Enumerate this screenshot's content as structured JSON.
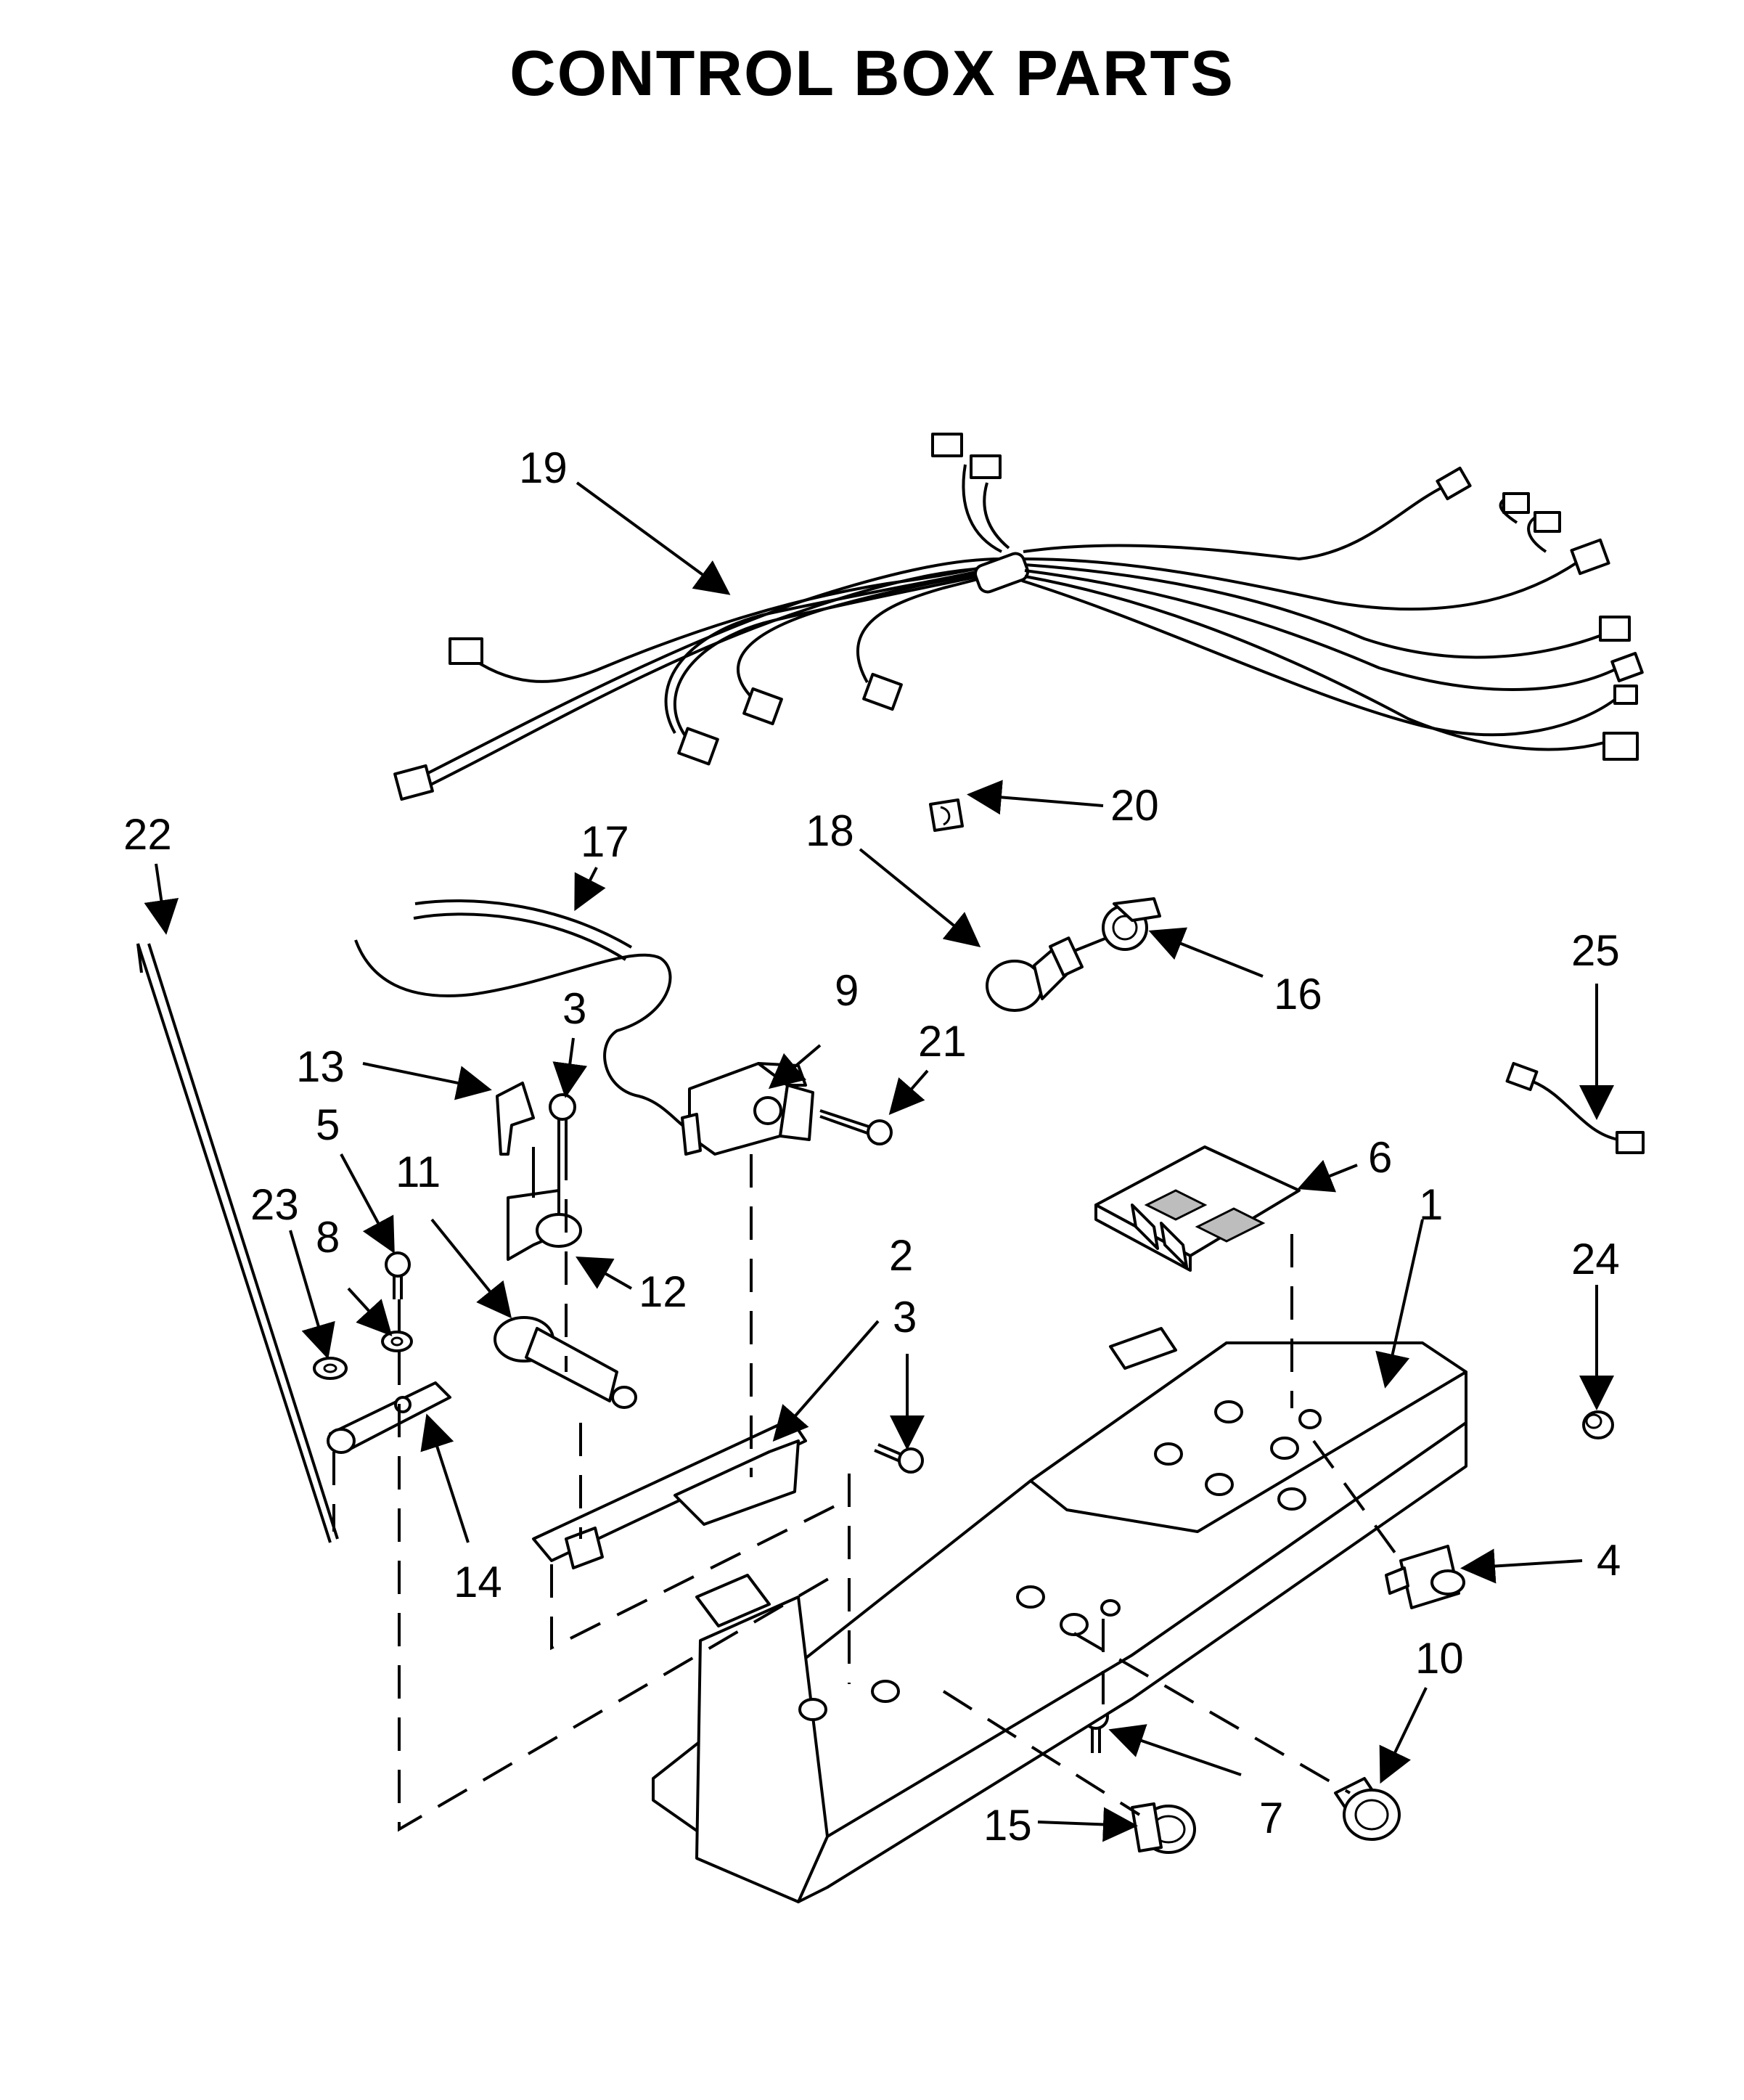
{
  "title": "CONTROL BOX PARTS",
  "callouts": {
    "c1": "1",
    "c2": "2",
    "c3a": "3",
    "c3b": "3",
    "c4": "4",
    "c5": "5",
    "c6": "6",
    "c7": "7",
    "c8": "8",
    "c9": "9",
    "c10": "10",
    "c11": "11",
    "c12": "12",
    "c13": "13",
    "c14": "14",
    "c15": "15",
    "c16": "16",
    "c17": "17",
    "c18": "18",
    "c19": "19",
    "c20": "20",
    "c21": "21",
    "c22": "22",
    "c23": "23",
    "c24": "24",
    "c25": "25"
  }
}
